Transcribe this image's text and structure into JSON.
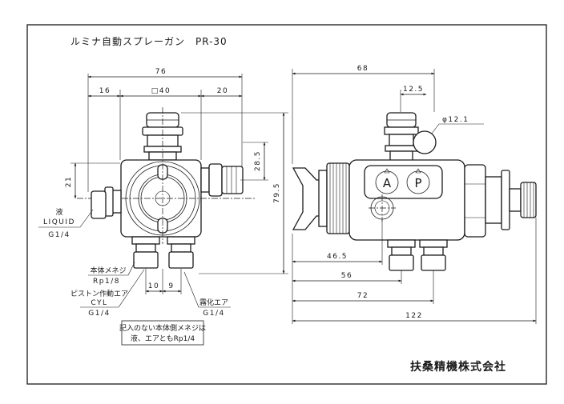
{
  "title": "ルミナ自動スプレーガン　PR-30",
  "company": "扶桑精機株式会社",
  "front_view": {
    "dims": {
      "overall_width": "76",
      "left_offset": "16",
      "body_square": "□40",
      "right_offset": "20",
      "height_28_5": "28.5",
      "height_79_5": "79.5",
      "left_21": "21",
      "spacing_10": "10",
      "spacing_9": "9"
    },
    "labels": {
      "liquid_jp": "液",
      "liquid_en": "LIQUID",
      "liquid_thread": "G1/4",
      "body_screw": "本体メネジ",
      "body_screw_thread": "Rp1/8",
      "piston_air": "ピストン作動エア",
      "piston_air_code": "CYL",
      "piston_air_thread": "G1/4",
      "atomizing_air": "霧化エア",
      "atomizing_air_thread": "G1/4"
    },
    "note_line1": "記入のない本体側メネジは",
    "note_line2": "液、エアともRp1/4"
  },
  "side_view": {
    "dims": {
      "d68": "68",
      "d12_5": "12.5",
      "phi12_1": "φ12.1",
      "d46_5": "46.5",
      "d56": "56",
      "d72": "72",
      "d122": "122"
    },
    "port_a": "A",
    "port_p": "P"
  }
}
